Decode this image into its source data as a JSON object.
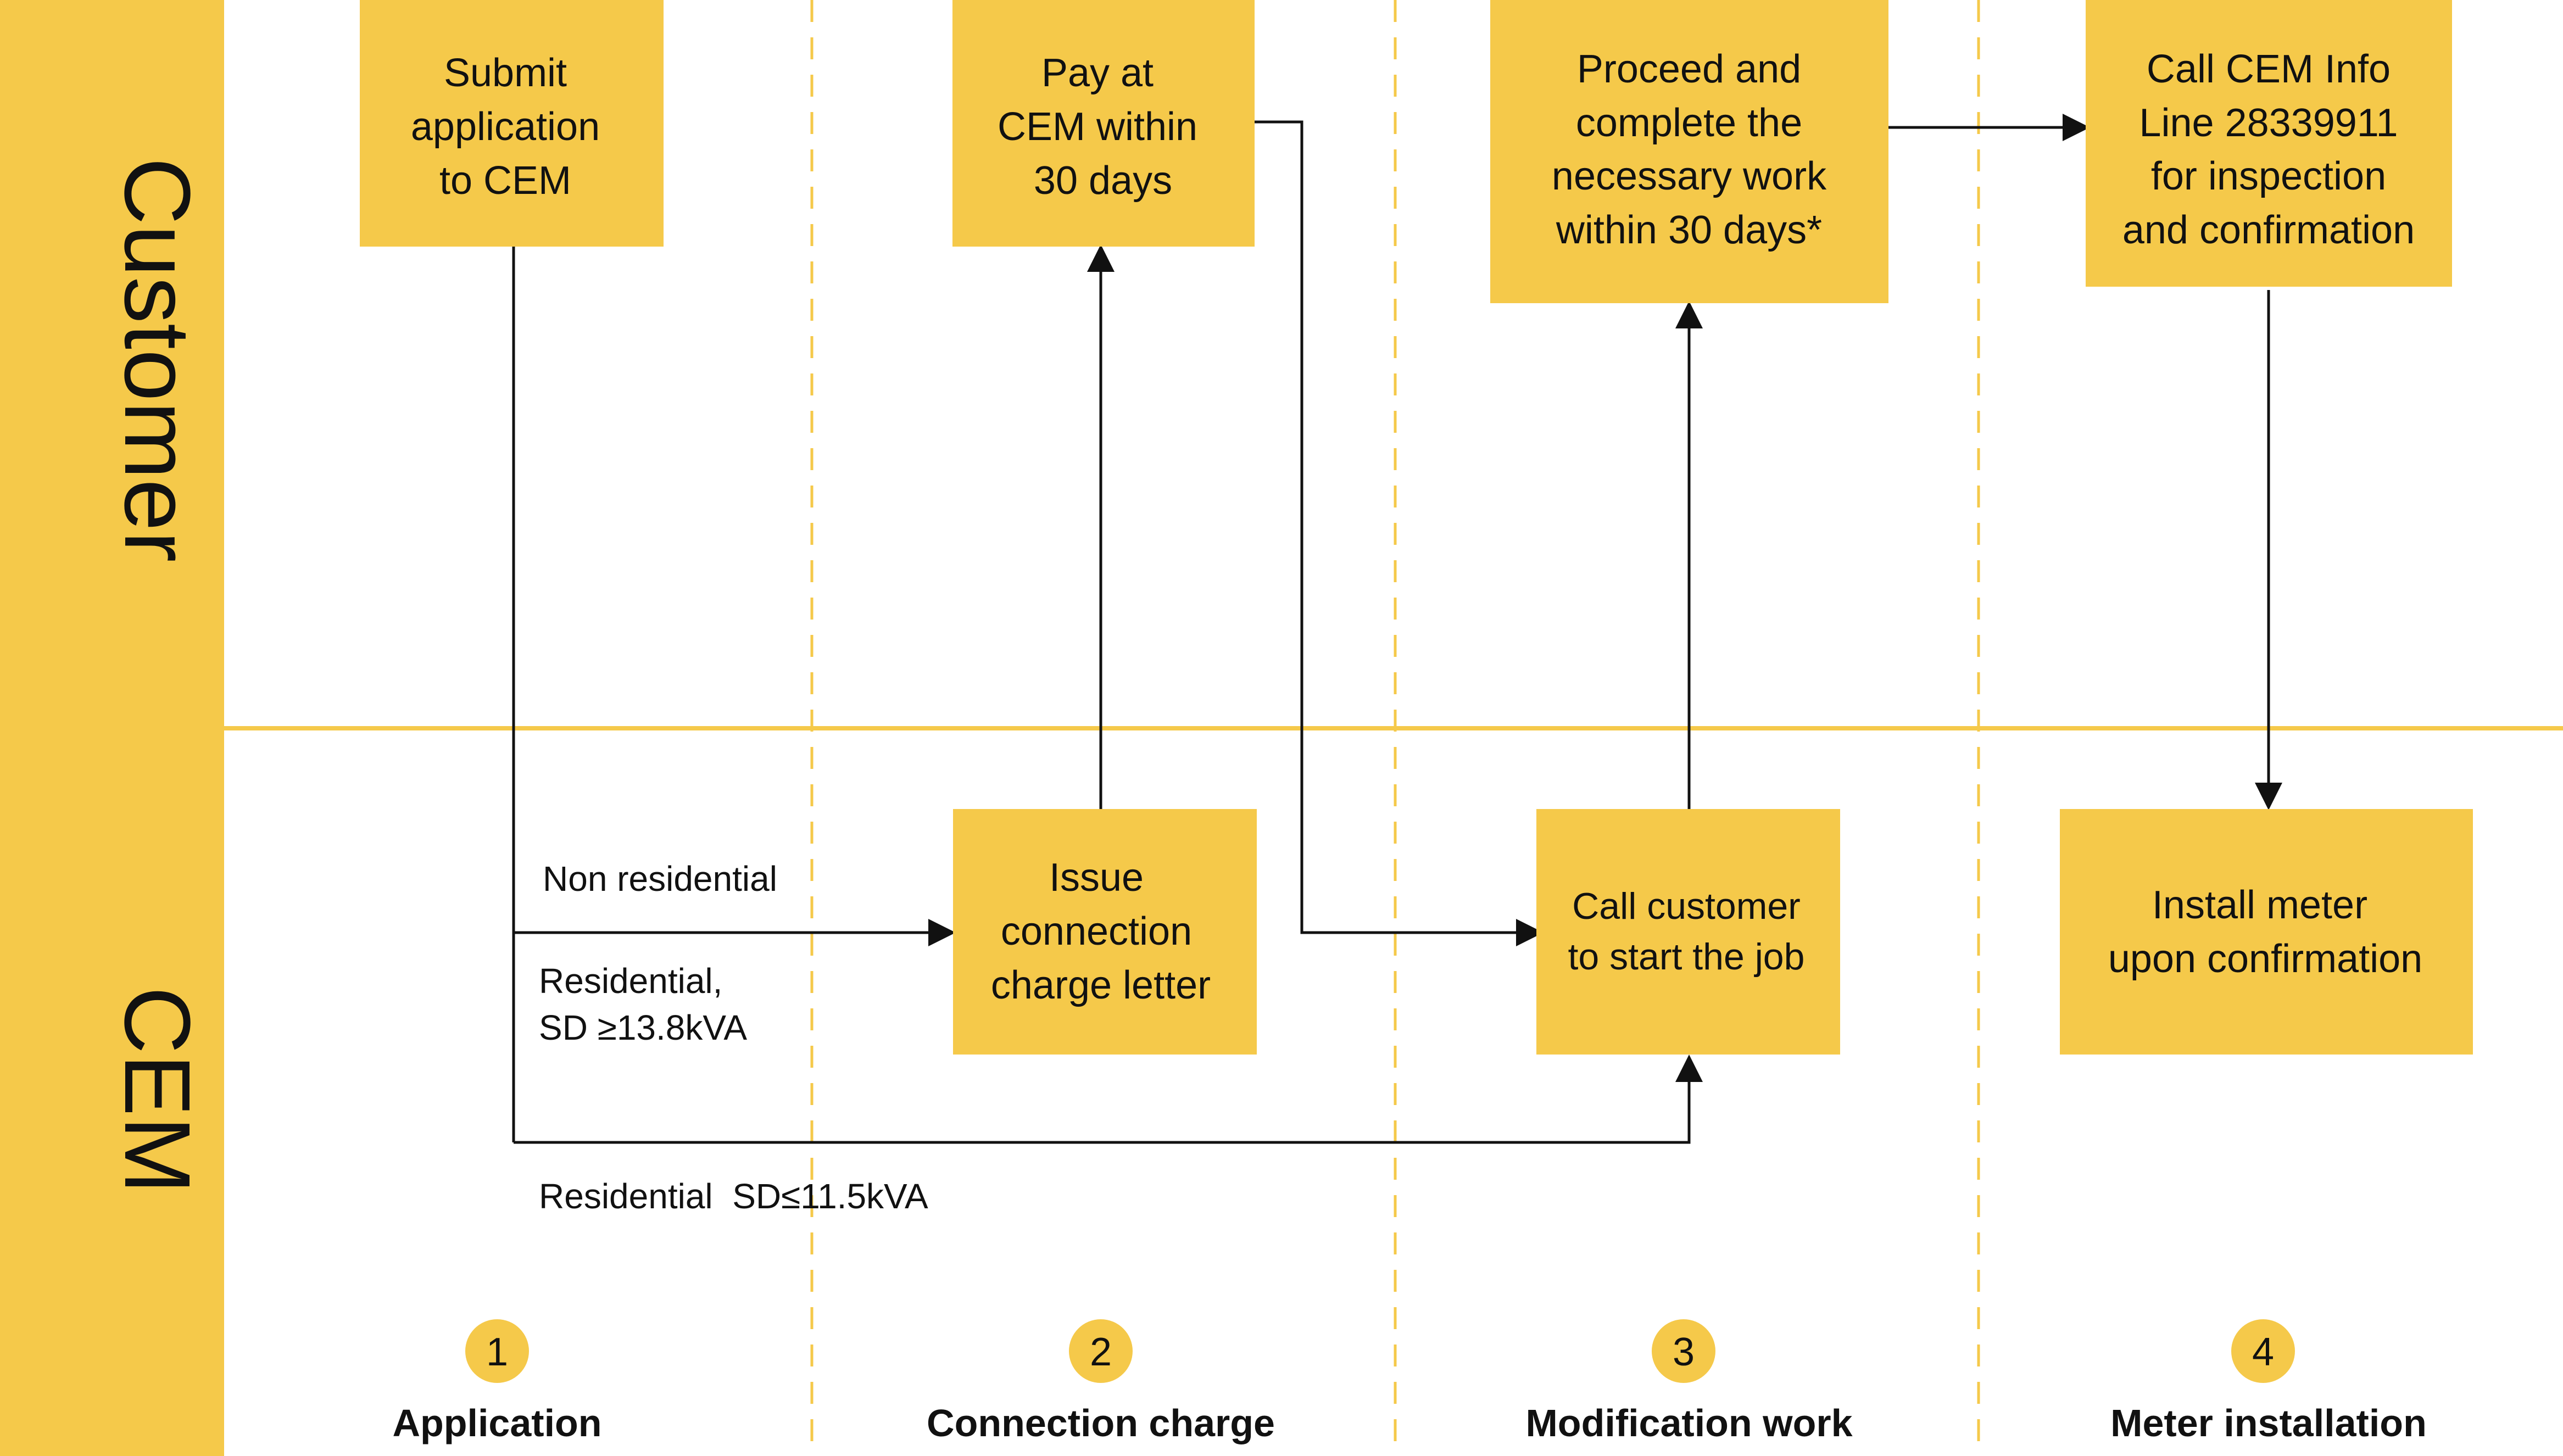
{
  "colors": {
    "accent": "#F5C94A",
    "text": "#111111",
    "line": "#111111",
    "background": "#FFFFFF"
  },
  "lanes": {
    "customer": "Customer",
    "cem": "CEM"
  },
  "boxes": {
    "submit": [
      "Submit",
      "application",
      "to CEM"
    ],
    "pay": [
      "Pay at",
      "CEM within",
      "30 days"
    ],
    "proceed": [
      "Proceed and",
      "complete the",
      "necessary work",
      "within 30 days*"
    ],
    "call_info": [
      "Call CEM Info",
      "Line 28339911",
      "for inspection",
      "and confirmation"
    ],
    "issue": [
      "Issue",
      "connection",
      "charge letter"
    ],
    "call_customer": [
      "Call customer",
      "to start the job"
    ],
    "install": [
      "Install meter",
      "upon confirmation"
    ]
  },
  "edge_labels": {
    "non_residential": "Non residential",
    "residential_high": [
      "Residential,",
      "SD ≥13.8kVA"
    ],
    "residential_low": "Residential  SD≤11.5kVA"
  },
  "stages": [
    {
      "number": "1",
      "label": "Application"
    },
    {
      "number": "2",
      "label": "Connection charge"
    },
    {
      "number": "3",
      "label": "Modification work"
    },
    {
      "number": "4",
      "label": "Meter installation"
    }
  ]
}
